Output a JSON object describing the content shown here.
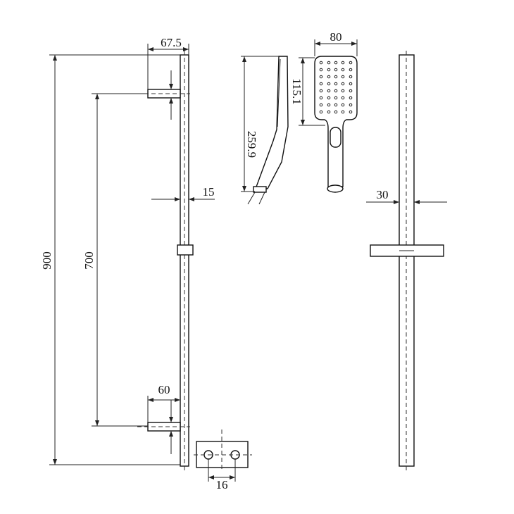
{
  "dimensions": {
    "bracket_depth": "67.5",
    "total_length": "900",
    "bracket_spacing": "700",
    "bar_diameter_side": "15",
    "bracket_width": "60",
    "hole_spacing": "16",
    "handshower_length": "259.9",
    "head_width": "80",
    "head_height": "115.1",
    "slider_width_front": "30"
  },
  "colors": {
    "line": "#222222",
    "background": "#ffffff"
  }
}
